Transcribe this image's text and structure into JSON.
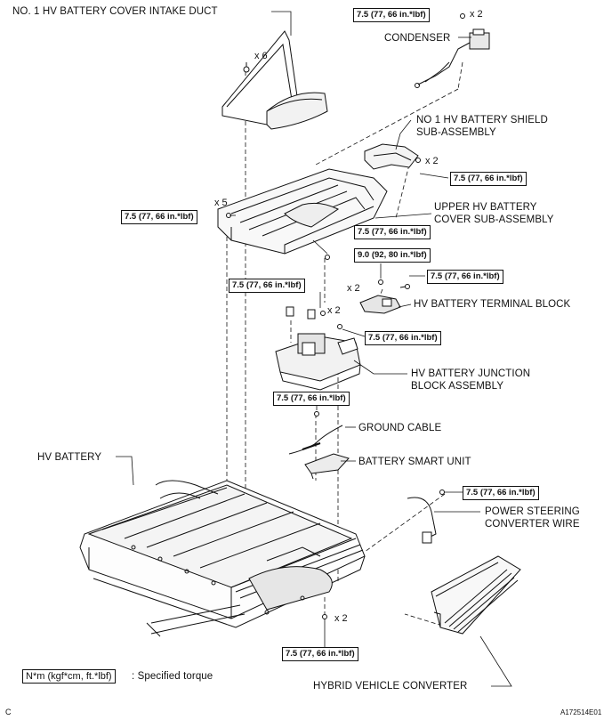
{
  "labels": {
    "intake_duct": "NO. 1 HV BATTERY COVER INTAKE DUCT",
    "condenser": "CONDENSER",
    "shield_line1": "NO  1 HV BATTERY SHIELD",
    "shield_line2": "SUB-ASSEMBLY",
    "upper_cover_line1": "UPPER HV BATTERY",
    "upper_cover_line2": "COVER SUB-ASSEMBLY",
    "terminal_block": "HV BATTERY TERMINAL BLOCK",
    "junction_line1": "HV BATTERY JUNCTION",
    "junction_line2": "BLOCK ASSEMBLY",
    "ground_cable": "GROUND CABLE",
    "smart_unit": "BATTERY SMART UNIT",
    "hv_battery": "HV BATTERY",
    "ps_wire_line1": "POWER STEERING",
    "ps_wire_line2": "CONVERTER WIRE",
    "converter": "HYBRID VEHICLE CONVERTER"
  },
  "torques": {
    "condenser": "7.5 (77, 66 in.*lbf)",
    "shield": "7.5 (77, 66 in.*lbf)",
    "cover_left": "7.5 (77, 66 in.*lbf)",
    "cover_center": "7.5 (77, 66 in.*lbf)",
    "terminal_upper": "9.0 (92, 80 in.*lbf)",
    "terminal_right": "7.5 (77, 66 in.*lbf)",
    "junction_left": "7.5 (77, 66 in.*lbf)",
    "junction_right": "7.5 (77, 66 in.*lbf)",
    "ground": "7.5 (77, 66 in.*lbf)",
    "ps_wire": "7.5 (77, 66 in.*lbf)",
    "converter": "7.5 (77, 66 in.*lbf)"
  },
  "quantities": {
    "condenser": "x 2",
    "duct": "x 6",
    "shield": "x 2",
    "cover_left": "x 5",
    "terminal": "x 2",
    "junction": "x 2",
    "converter": "x 2"
  },
  "legend": {
    "unit": "N*m (kgf*cm, ft.*lbf)",
    "description": ": Specified torque"
  },
  "footer": {
    "corner_letter": "C",
    "figure_code": "A172514E01"
  }
}
